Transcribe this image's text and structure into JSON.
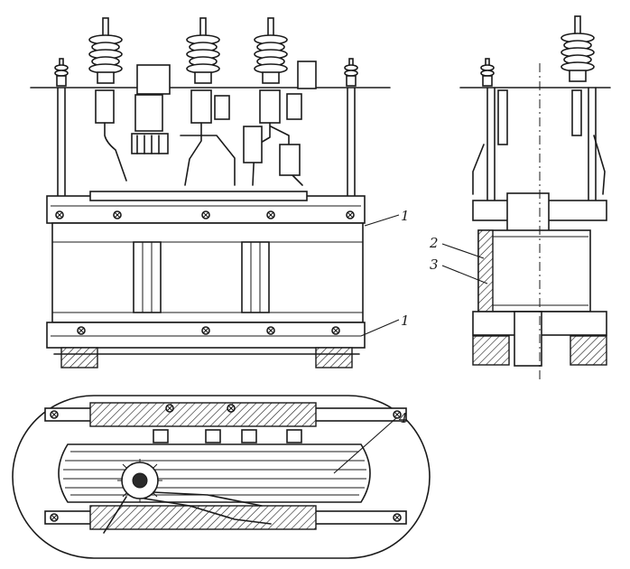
{
  "callouts": {
    "front_upper": "1",
    "front_lower": "1",
    "side_2": "2",
    "side_3": "3",
    "plan_4": "4"
  },
  "colors": {
    "ink": "#1a1a1a",
    "paper": "#ffffff"
  }
}
